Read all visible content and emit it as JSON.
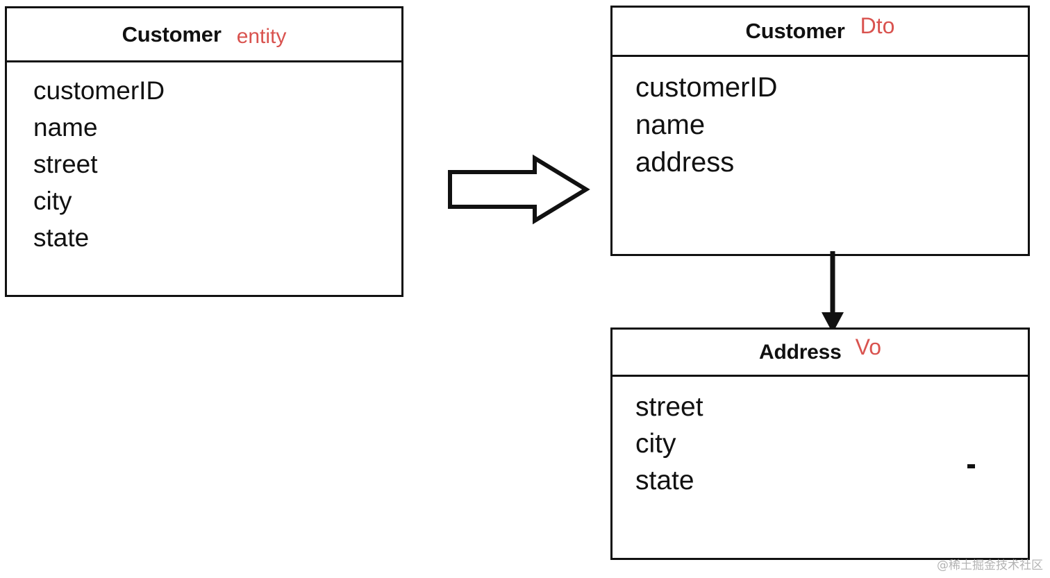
{
  "diagram": {
    "type": "uml-class-diagram",
    "title": "Entity to Dto / Vo mapping",
    "accent_color": "#d9534f",
    "line_color": "#111111",
    "background": "#ffffff"
  },
  "boxes": [
    {
      "id": "customer-entity",
      "title": "Customer",
      "stereotype": "entity",
      "fields": [
        "customerID",
        "name",
        "street",
        "city",
        "state"
      ]
    },
    {
      "id": "customer-dto",
      "title": "Customer",
      "stereotype": "Dto",
      "fields": [
        "customerID",
        "name",
        "address"
      ]
    },
    {
      "id": "address-vo",
      "title": "Address",
      "stereotype": "Vo",
      "fields": [
        "street",
        "city",
        "state"
      ]
    }
  ],
  "connectors": [
    {
      "id": "transform-arrow",
      "kind": "block-arrow",
      "direction": "right",
      "from": "customer-entity",
      "to": "customer-dto",
      "filled": false,
      "label": ""
    },
    {
      "id": "composition-arrow",
      "kind": "solid-arrow",
      "direction": "down",
      "from": "customer-dto",
      "to": "address-vo",
      "filled": true,
      "label": ""
    }
  ],
  "marks": {
    "stray_dash": "-"
  },
  "watermark": {
    "text": "@稀土掘金技术社区"
  }
}
